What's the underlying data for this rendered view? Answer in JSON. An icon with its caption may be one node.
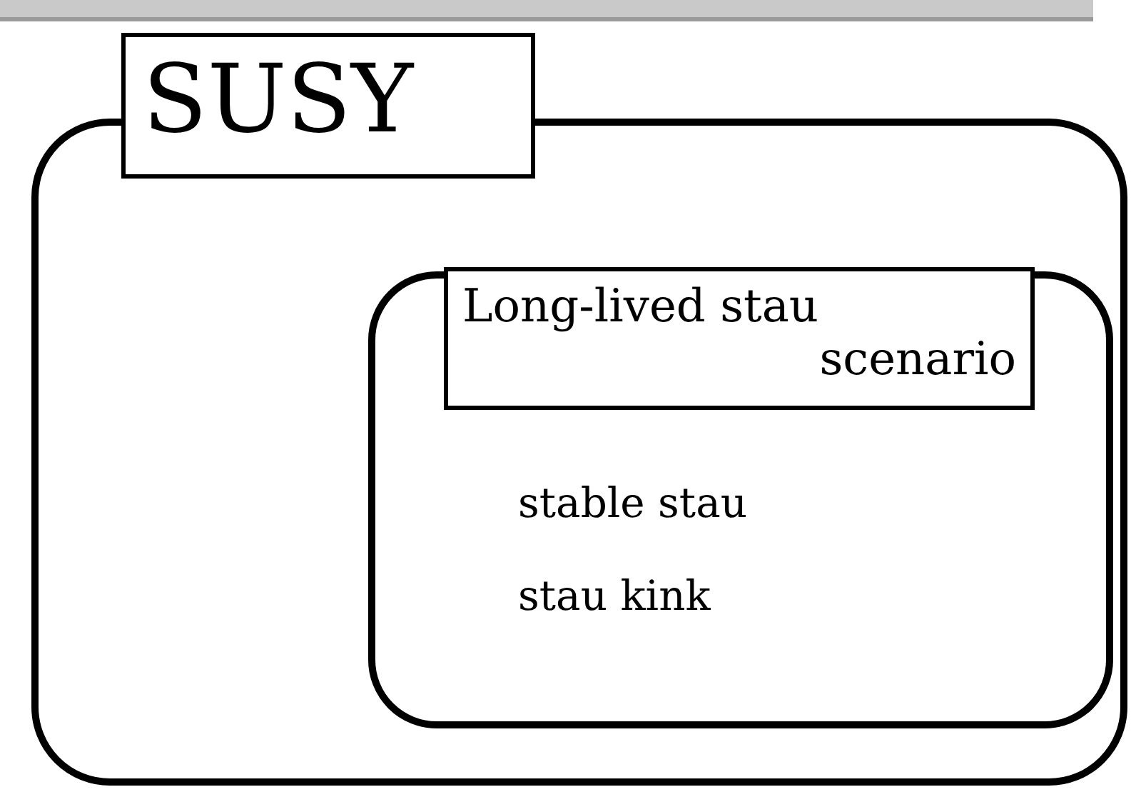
{
  "diagram": {
    "nodes": [
      {
        "text": [
          "SUSY"
        ]
      },
      {
        "text": [
          "Long-lived stau scenario",
          "stable stau",
          "stau kink"
        ],
        "in": 0
      }
    ]
  }
}
